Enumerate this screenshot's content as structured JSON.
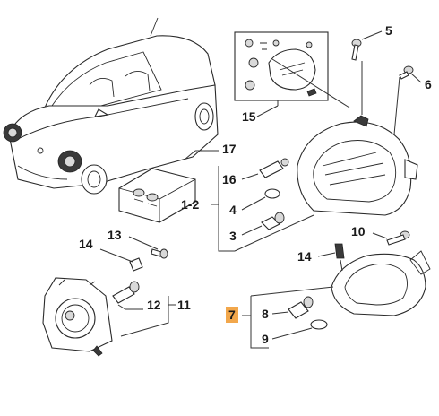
{
  "callouts": {
    "c17": "17",
    "c16": "16",
    "c1_2": "1-2",
    "c4": "4",
    "c3": "3",
    "c5": "5",
    "c6": "6",
    "c15": "15",
    "c13": "13",
    "c14a": "14",
    "c10": "10",
    "c14b": "14",
    "c12": "12",
    "c11": "11",
    "c7": "7",
    "c8": "8",
    "c9": "9"
  },
  "colors": {
    "highlight": "#f2a74b",
    "line": "#2a2a2a",
    "background": "#ffffff"
  }
}
